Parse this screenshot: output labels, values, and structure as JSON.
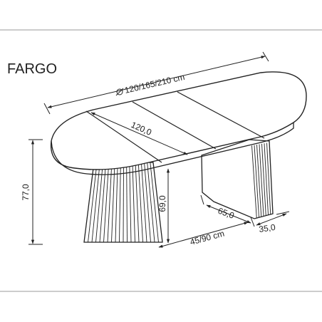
{
  "product_name": "FARGO",
  "dimensions": {
    "top_diameter": "120/165/210 cm",
    "leaf_width": "120,0",
    "height": "77,0",
    "pedestal_height": "69,0",
    "pedestal_length": "65,0",
    "pedestal_width": "35,0",
    "base_span": "45/90 cm"
  },
  "colors": {
    "line": "#222222",
    "border": "#9a9a9a"
  }
}
